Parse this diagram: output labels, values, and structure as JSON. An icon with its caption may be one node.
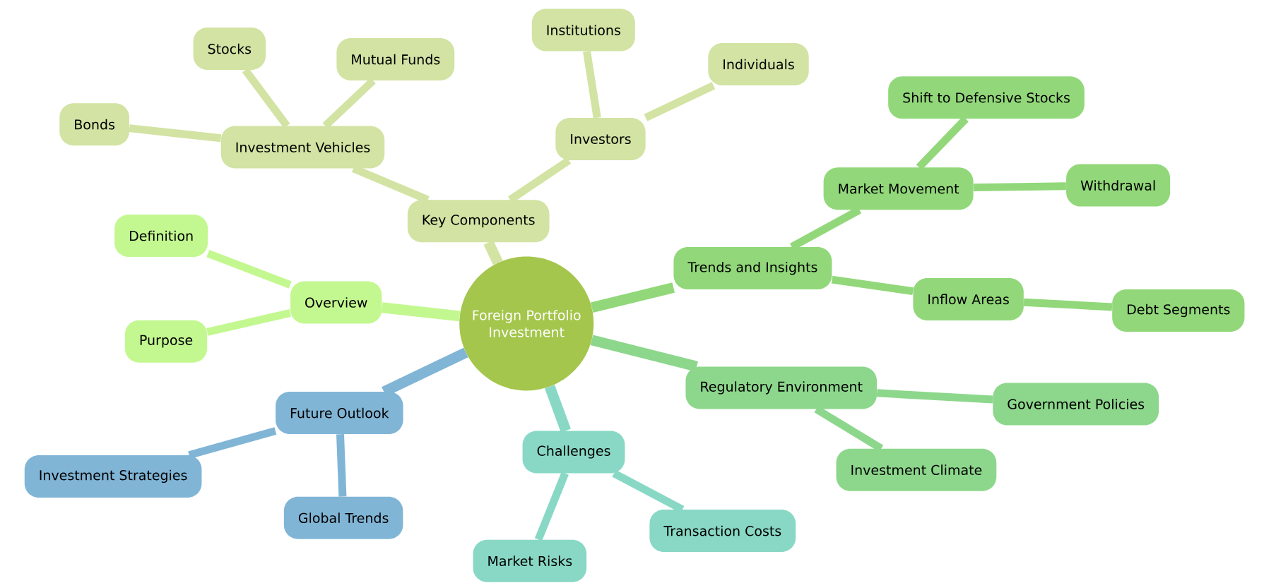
{
  "diagram": {
    "nodes": [
      {
        "text": [
          "Foreign Portfolio Investment"
        ]
      },
      {
        "text": [
          "Key Components"
        ]
      },
      {
        "text": [
          "Investment Vehicles"
        ]
      },
      {
        "text": [
          "Stocks"
        ]
      },
      {
        "text": [
          "Mutual Funds"
        ]
      },
      {
        "text": [
          "Bonds"
        ]
      },
      {
        "text": [
          "Investors"
        ]
      },
      {
        "text": [
          "Institutions"
        ]
      },
      {
        "text": [
          "Individuals"
        ]
      },
      {
        "text": [
          "Overview"
        ]
      },
      {
        "text": [
          "Definition"
        ]
      },
      {
        "text": [
          "Purpose"
        ]
      },
      {
        "text": [
          "Trends and Insights"
        ]
      },
      {
        "text": [
          "Market Movement"
        ]
      },
      {
        "text": [
          "Shift to Defensive Stocks"
        ]
      },
      {
        "text": [
          "Withdrawal"
        ]
      },
      {
        "text": [
          "Inflow Areas"
        ]
      },
      {
        "text": [
          "Debt Segments"
        ]
      },
      {
        "text": [
          "Regulatory Environment"
        ]
      },
      {
        "text": [
          "Government Policies"
        ]
      },
      {
        "text": [
          "Investment Climate"
        ]
      },
      {
        "text": [
          "Future Outlook"
        ]
      },
      {
        "text": [
          "Investment Strategies"
        ]
      },
      {
        "text": [
          "Global Trends"
        ]
      },
      {
        "text": [
          "Challenges"
        ]
      },
      {
        "text": [
          "Market Risks"
        ]
      },
      {
        "text": [
          "Transaction Costs"
        ]
      }
    ],
    "edges": [
      {
        "from": 0,
        "to": 1,
        "arrow": "none",
        "color": "#d2e3a3"
      },
      {
        "from": 1,
        "to": 2,
        "arrow": "none",
        "color": "#d2e3a3"
      },
      {
        "from": 2,
        "to": 3,
        "arrow": "none",
        "color": "#d2e3a3"
      },
      {
        "from": 2,
        "to": 4,
        "arrow": "none",
        "color": "#d2e3a3"
      },
      {
        "from": 2,
        "to": 5,
        "arrow": "none",
        "color": "#d2e3a3"
      },
      {
        "from": 1,
        "to": 6,
        "arrow": "none",
        "color": "#d2e3a3"
      },
      {
        "from": 6,
        "to": 7,
        "arrow": "none",
        "color": "#d2e3a3"
      },
      {
        "from": 6,
        "to": 8,
        "arrow": "none",
        "color": "#d2e3a3"
      },
      {
        "from": 0,
        "to": 9,
        "arrow": "none",
        "color": "#c3f890"
      },
      {
        "from": 9,
        "to": 10,
        "arrow": "none",
        "color": "#c3f890"
      },
      {
        "from": 9,
        "to": 11,
        "arrow": "none",
        "color": "#c3f890"
      },
      {
        "from": 0,
        "to": 12,
        "arrow": "none",
        "color": "#92d87a"
      },
      {
        "from": 12,
        "to": 13,
        "arrow": "none",
        "color": "#92d87a"
      },
      {
        "from": 13,
        "to": 14,
        "arrow": "none",
        "color": "#92d87a"
      },
      {
        "from": 13,
        "to": 15,
        "arrow": "none",
        "color": "#92d87a"
      },
      {
        "from": 12,
        "to": 16,
        "arrow": "none",
        "color": "#92d87a"
      },
      {
        "from": 16,
        "to": 17,
        "arrow": "none",
        "color": "#92d87a"
      },
      {
        "from": 0,
        "to": 18,
        "arrow": "none",
        "color": "#8dd78c"
      },
      {
        "from": 18,
        "to": 19,
        "arrow": "none",
        "color": "#8dd78c"
      },
      {
        "from": 18,
        "to": 20,
        "arrow": "none",
        "color": "#8dd78c"
      },
      {
        "from": 0,
        "to": 21,
        "arrow": "none",
        "color": "#80b5d6"
      },
      {
        "from": 21,
        "to": 22,
        "arrow": "none",
        "color": "#80b5d6"
      },
      {
        "from": 21,
        "to": 23,
        "arrow": "none",
        "color": "#80b5d6"
      },
      {
        "from": 0,
        "to": 24,
        "arrow": "none",
        "color": "#88d8c5"
      },
      {
        "from": 24,
        "to": 25,
        "arrow": "none",
        "color": "#88d8c5"
      },
      {
        "from": 24,
        "to": 26,
        "arrow": "none",
        "color": "#88d8c5"
      }
    ]
  }
}
